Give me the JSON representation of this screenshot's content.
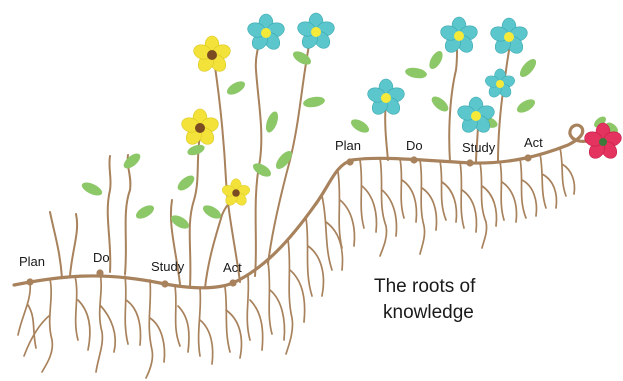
{
  "diagram": {
    "title_line1": "The roots of",
    "title_line2": "knowledge",
    "cycle1": {
      "plan": "Plan",
      "do": "Do",
      "study": "Study",
      "act": "Act"
    },
    "cycle2": {
      "plan": "Plan",
      "do": "Do",
      "study": "Study",
      "act": "Act"
    },
    "colors": {
      "stem": "#a8825c",
      "leaf": "#8cc768",
      "flower_yellow": "#f2e23a",
      "flower_teal": "#5bc6cc",
      "flower_red": "#e3335e",
      "center_brown": "#7a4a22",
      "center_yellow": "#f5ea3a",
      "text": "#1a1a1a"
    }
  }
}
